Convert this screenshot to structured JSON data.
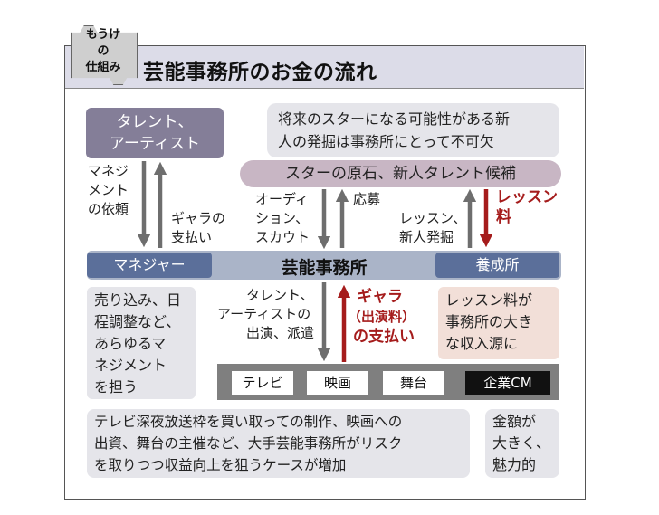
{
  "badge": {
    "line1": "もうけ",
    "line2": "の",
    "line3": "仕組み"
  },
  "title": "芸能事務所のお金の流れ",
  "talent_box": {
    "line1": "タレント、",
    "line2": "アーティスト"
  },
  "star_note": {
    "line1": "将来のスターになる可能性がある新",
    "line2": "人の発掘は事務所にとって不可欠"
  },
  "star_bar": "スターの原石、新人タレント候補",
  "agency": {
    "label": "芸能事務所",
    "manager": "マネジャー",
    "school": "養成所"
  },
  "labels": {
    "mgmt_request": [
      "マネジ",
      "メント",
      "の依頼"
    ],
    "fee_payment": [
      "ギャラの",
      "支払い"
    ],
    "audition": [
      "オーディ",
      "ション、",
      "スカウト"
    ],
    "application": "応募",
    "lesson_scout": [
      "レッスン、",
      "新人発掘"
    ],
    "lesson_fee": [
      "レッスン",
      "料"
    ],
    "appearance": [
      "タレント、",
      "アーティストの",
      "出演、派遣"
    ],
    "guarantee": [
      "ギャラ",
      "（出演料）",
      "の支払い"
    ]
  },
  "manager_note": [
    "売り込み、日",
    "程調整など、",
    "あらゆるマ",
    "ネジメント",
    "を担う"
  ],
  "lesson_note": [
    "レッスン料が",
    "事務所の大き",
    "な収入源に"
  ],
  "media": [
    "テレビ",
    "映画",
    "舞台",
    "企業CM"
  ],
  "bottom_note": [
    "テレビ深夜放送枠を買い取っての制作、映画への",
    "出資、舞台の主催など、大手芸能事務所がリスク",
    "を取りつつ収益向上を狙うケースが増加"
  ],
  "cm_note": [
    "金額が",
    "大きく、",
    "魅力的"
  ],
  "colors": {
    "arrow_gray": "#6e6e6e",
    "arrow_red": "#a51c1c",
    "manager_blue": "#5b6f9a"
  }
}
